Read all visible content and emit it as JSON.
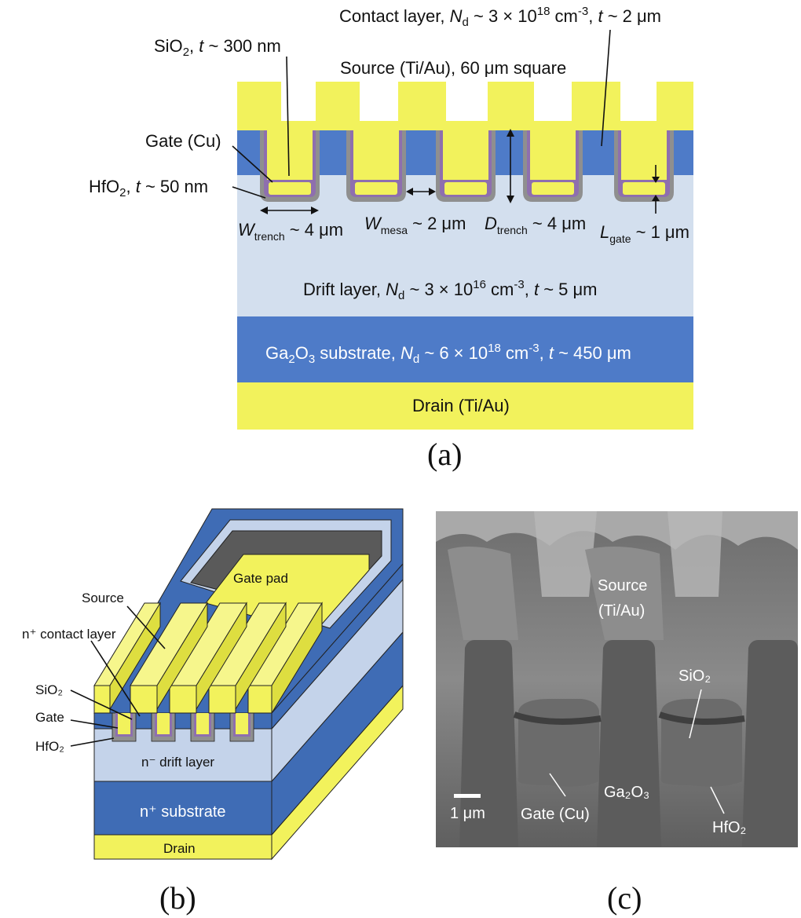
{
  "panel_a": {
    "caption": "(a)",
    "contact_prefix": "Contact layer, ",
    "source": "Source (Ti/Au), 60 μm square",
    "sio2": "SiO",
    "sio2_suffix": ", t ~ 300 nm",
    "gate": "Gate (Cu)",
    "hfo2": "HfO",
    "hfo2_suffix": ", t ~ 50 nm",
    "w_trench": "W",
    "w_trench_sub": "trench",
    "w_trench_val": " ~ 4 μm",
    "w_mesa": "W",
    "w_mesa_sub": "mesa",
    "w_mesa_val": " ~ 2 μm",
    "d_trench": "D",
    "d_trench_sub": "trench",
    "d_trench_val": " ~ 4 μm",
    "l_gate": "L",
    "l_gate_sub": "gate",
    "l_gate_val": " ~ 1 μm",
    "drift_prefix": "Drift layer, ",
    "substrate_prefix": "Ga",
    "drain": "Drain (Ti/Au)"
  },
  "panel_b": {
    "caption": "(b)",
    "source": "Source",
    "contact": "n⁺ contact layer",
    "sio2": "SiO₂",
    "gate": "Gate",
    "hfo2": "HfO₂",
    "gate_pad": "Gate pad",
    "drift": "n⁻ drift layer",
    "substrate": "n⁺ substrate",
    "drain": "Drain"
  },
  "panel_c": {
    "caption": "(c)",
    "source_line1": "Source",
    "source_line2": "(Ti/Au)",
    "sio2": "SiO₂",
    "ga2o3": "Ga₂O₃",
    "gate": "Gate (Cu)",
    "hfo2": "HfO₂",
    "scale": "1 μm"
  },
  "colors": {
    "yellow": "#f2f25c",
    "blue": "#4e7bc8",
    "light_blue": "#d3dfee",
    "dark_blue": "#3f6cb5",
    "purple": "#8e6fae",
    "oxide_grey": "#8f8f8f",
    "sem_grey": "#7a7a7a"
  }
}
